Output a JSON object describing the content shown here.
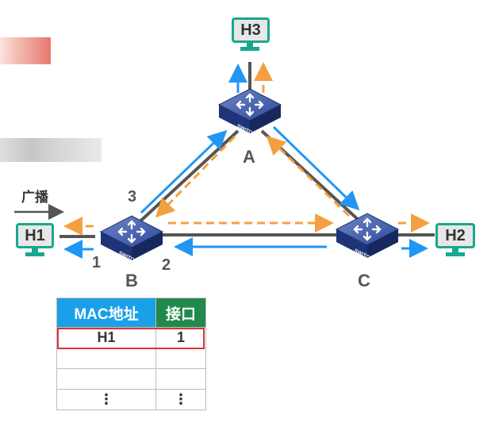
{
  "nodes": {
    "switch_a": "A",
    "switch_b": "B",
    "switch_c": "C",
    "switch_text": "SWITCH"
  },
  "hosts": {
    "h1": "H1",
    "h2": "H2",
    "h3": "H3"
  },
  "ports": {
    "b_port1": "1",
    "b_port2": "2",
    "b_port3": "3"
  },
  "broadcast_label": "广播",
  "mac_table": {
    "headers": {
      "mac": "MAC地址",
      "port": "接口"
    },
    "rows": [
      {
        "mac": "H1",
        "port": "1"
      },
      {
        "mac": "",
        "port": ""
      },
      {
        "mac": "",
        "port": ""
      },
      {
        "mac": "⋮",
        "port": "⋮"
      }
    ]
  },
  "colors": {
    "link": "#555555",
    "forward_arrow": "#2196f3",
    "return_arrow": "#f5a040",
    "host_border": "#19a78f",
    "table_mac_header": "#1aa0e8",
    "table_port_header": "#1f8a4c",
    "highlight": "#d9343a"
  }
}
